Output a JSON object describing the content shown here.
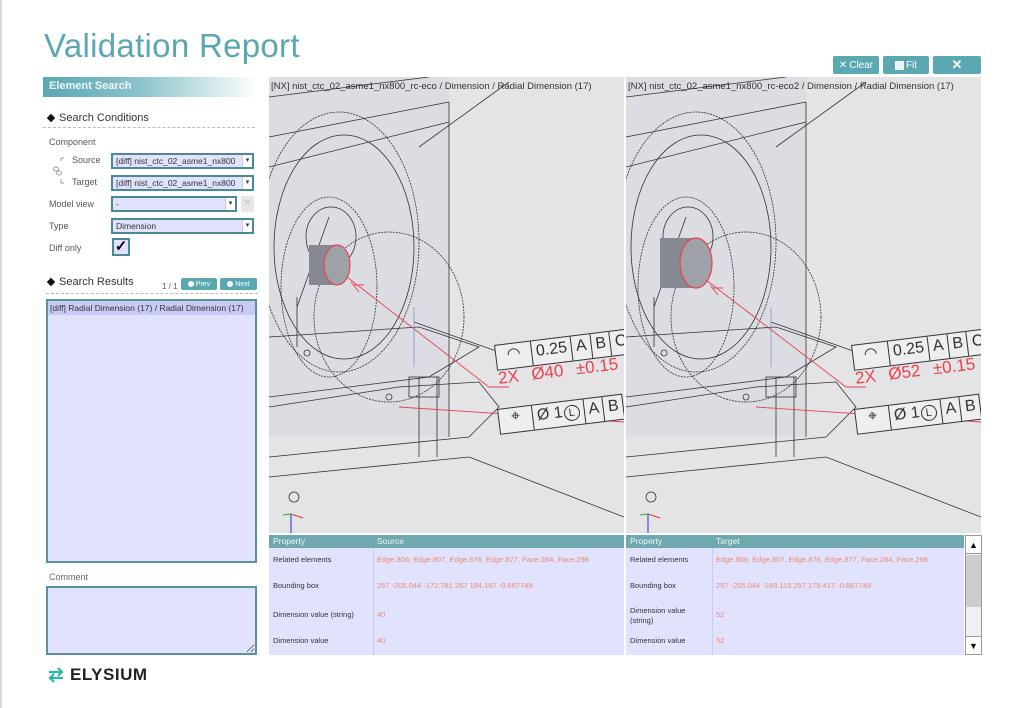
{
  "page": {
    "title": "Validation Report"
  },
  "toolbar": {
    "clear_label": "Clear",
    "clear_icon": "close-icon",
    "fit_label": "Fit",
    "fit_icon": "fit-icon",
    "tools_icon": "tools-icon"
  },
  "element_search": {
    "header": "Element Search",
    "search_conditions": {
      "title": "Search Conditions",
      "component_label": "Component",
      "source_label": "Source",
      "source_value": "[diff] nist_ctc_02_asme1_nx800",
      "target_label": "Target",
      "target_value": "[diff] nist_ctc_02_asme1_nx800",
      "link_icon": "link-icon",
      "model_view_label": "Model view",
      "model_view_value": "-",
      "type_label": "Type",
      "type_value": "Dimension",
      "diff_only_label": "Diff only",
      "diff_only_checked": true,
      "checkmark": "✓"
    },
    "search_results": {
      "title": "Search Results",
      "pager": "1 / 1",
      "prev_label": "Prev",
      "next_label": "Next",
      "items": [
        "[diff] Radial Dimension (17) / Radial Dimension (17)"
      ]
    },
    "comment_label": "Comment",
    "comment_value": ""
  },
  "viewports": [
    {
      "title": "[NX] nist_ctc_02_asme1_nx800_rc-eco / Dimension / Radial Dimension (17)",
      "annotation": {
        "count": "2X",
        "diameter_symbol": "Ø",
        "value": "40",
        "tolerance": "±0.15",
        "fcf_top": {
          "symbol": "◠",
          "tolerance": "0.25",
          "datums": [
            "A",
            "B",
            "C"
          ]
        },
        "fcf_bottom": {
          "symbol": "⌖",
          "tolerance": "Ø 1",
          "modifier": "L",
          "datums": [
            "A",
            "B"
          ]
        }
      }
    },
    {
      "title": "[NX] nist_ctc_02_asme1_nx800_rc-eco2 / Dimension / Radial Dimension (17)",
      "annotation": {
        "count": "2X",
        "diameter_symbol": "Ø",
        "value": "52",
        "tolerance": "±0.15",
        "fcf_top": {
          "symbol": "◠",
          "tolerance": "0.25",
          "datums": [
            "A",
            "B",
            "C"
          ]
        },
        "fcf_bottom": {
          "symbol": "⌖",
          "tolerance": "Ø 1",
          "modifier": "L",
          "datums": [
            "A",
            "B"
          ]
        }
      }
    }
  ],
  "property_tables": [
    {
      "headers": [
        "Property",
        "Source"
      ],
      "rows": [
        {
          "property": "Related elements",
          "value": "Edge.806, Edge.807, Edge.876, Edge.877, Face.284, Face.298"
        },
        {
          "property": "Bounding box",
          "value": "257 -205.044 -172.781 257 184.167 -0.667749"
        },
        {
          "property": "Dimension value (string)",
          "value": "40"
        },
        {
          "property": "Dimension value",
          "value": "40"
        }
      ]
    },
    {
      "headers": [
        "Property",
        "Target"
      ],
      "rows": [
        {
          "property": "Related elements",
          "value": "Edge.806, Edge.807, Edge.876, Edge.877, Face.284, Face.298"
        },
        {
          "property": "Bounding box",
          "value": "257 -205.044 -169.115 257 179.417 -0.667749"
        },
        {
          "property": "Dimension value (string)",
          "value": "52"
        },
        {
          "property": "Dimension value",
          "value": "52"
        }
      ]
    }
  ],
  "scrollbar": {
    "up_glyph": "▲",
    "down_glyph": "▼"
  },
  "brand": {
    "name": "ELYSIUM",
    "logo_icon": "elysium-arrows-icon"
  },
  "colors": {
    "accent": "#5aa7b3",
    "input_bg": "#e1e2fd",
    "input_border": "#4b8a93",
    "value_text": "#ee8a70",
    "annotation_red": "#e8434f"
  }
}
